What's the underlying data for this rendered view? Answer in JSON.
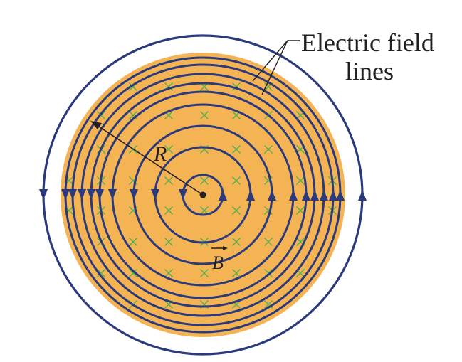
{
  "diagram": {
    "callout_label_line1": "Electric field",
    "callout_label_line2": "lines",
    "radius_label": "R",
    "field_label": "B",
    "colors": {
      "region_fill": "#f5b454",
      "field_line": "#2b3a7d",
      "x_mark": "#4caf50",
      "label": "#231f20"
    }
  }
}
